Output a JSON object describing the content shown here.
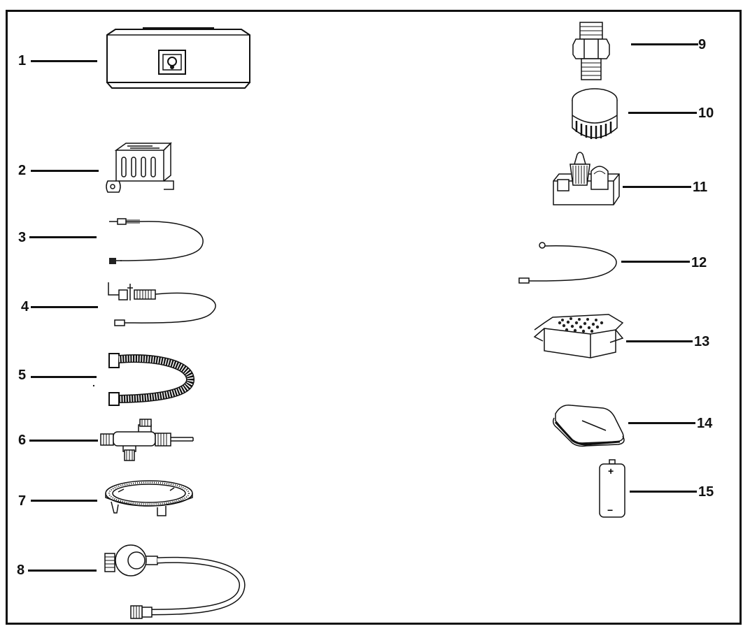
{
  "parts": [
    {
      "number": "1",
      "icon": "fire-pit-table-icon"
    },
    {
      "number": "2",
      "icon": "burner-bracket-icon"
    },
    {
      "number": "3",
      "icon": "thermocouple-icon"
    },
    {
      "number": "4",
      "icon": "igniter-electrode-wire-icon"
    },
    {
      "number": "5",
      "icon": "flexible-gas-hose-icon"
    },
    {
      "number": "6",
      "icon": "gas-valve-icon"
    },
    {
      "number": "7",
      "icon": "burner-ring-icon"
    },
    {
      "number": "8",
      "icon": "regulator-hose-icon"
    },
    {
      "number": "9",
      "icon": "flare-fitting-icon"
    },
    {
      "number": "10",
      "icon": "control-knob-icon"
    },
    {
      "number": "11",
      "icon": "spark-ignitor-icon"
    },
    {
      "number": "12",
      "icon": "ground-wire-icon"
    },
    {
      "number": "13",
      "icon": "lava-rock-box-icon"
    },
    {
      "number": "14",
      "icon": "cover-icon"
    },
    {
      "number": "15",
      "icon": "battery-icon"
    }
  ],
  "battery": {
    "plus": "+",
    "minus": "−"
  },
  "stray_mark": "."
}
